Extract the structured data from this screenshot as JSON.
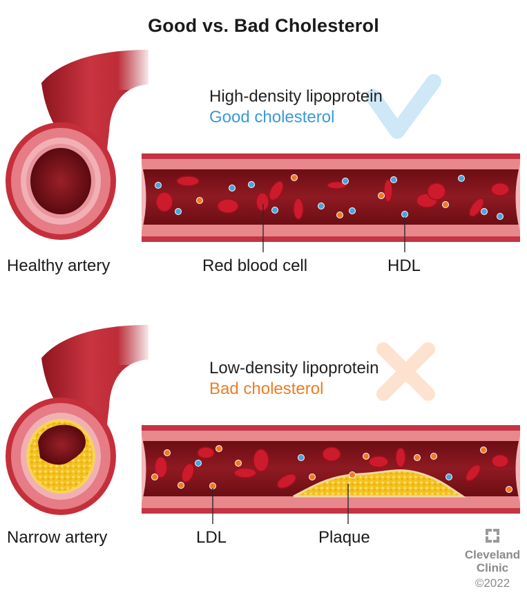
{
  "title": "Good vs. Bad Cholesterol",
  "good": {
    "heading": "High-density lipoprotein",
    "subheading": "Good cholesterol",
    "subheading_color": "#3a9ad9",
    "mark_icon": "checkmark-icon",
    "artery_label": "Healthy artery",
    "callouts": [
      "Red blood cell",
      "HDL"
    ]
  },
  "bad": {
    "heading": "Low-density lipoprotein",
    "subheading": "Bad cholesterol",
    "subheading_color": "#ef7d22",
    "mark_icon": "x-mark-icon",
    "artery_label": "Narrow artery",
    "callouts": [
      "LDL",
      "Plaque"
    ]
  },
  "credit": {
    "logo_icon": "cleveland-clinic-cross-icon",
    "line1": "Cleveland",
    "line2": "Clinic",
    "year": "©2022"
  },
  "colors": {
    "vessel_outer": "#c8343e",
    "vessel_wall": "#e0858a",
    "lumen": "#7c1119",
    "red_cell": "#c8192a",
    "hdl": "#4aa3de",
    "ldl": "#f07a22",
    "plaque": "#f4c21f"
  }
}
